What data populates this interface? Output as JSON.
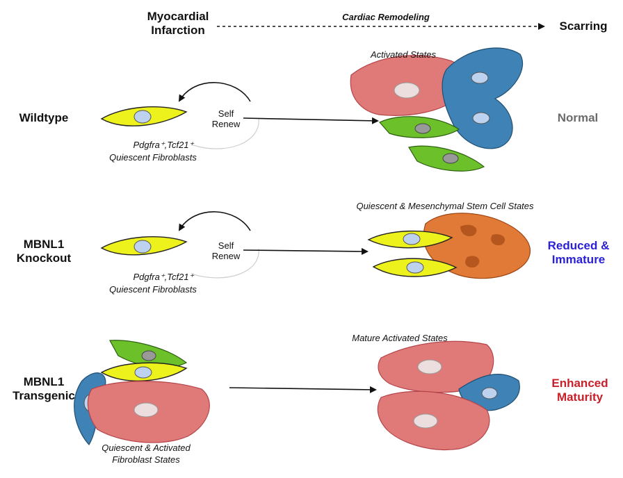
{
  "header": {
    "start": "Myocardial\nInfarction",
    "process": "Cardiac Remodeling",
    "end": "Scarring"
  },
  "rows": [
    {
      "condition": "Wildtype",
      "self_renew": "Self\nRenew",
      "source_markers": "Pdgfra⁺,Tcf21⁺",
      "source_label": "Quiescent Fibroblasts",
      "states_label": "Activated States",
      "outcome": "Normal",
      "outcome_color": "#6b6b6b"
    },
    {
      "condition": "MBNL1\nKnockout",
      "self_renew": "Self\nRenew",
      "source_markers": "Pdgfra⁺,Tcf21⁺",
      "source_label": "Quiescent Fibroblasts",
      "states_label": "Quiescent & Mesenchymal Stem Cell States",
      "outcome": "Reduced &\nImmature",
      "outcome_color": "#2a20d6"
    },
    {
      "condition": "MBNL1\nTransgenic",
      "source_label": "Quiescent & Activated\nFibroblast States",
      "states_label": "Mature Activated States",
      "outcome": "Enhanced\nMaturity",
      "outcome_color": "#c8202a"
    }
  ],
  "colors": {
    "quiescent": "#eef21c",
    "activated_red": "#e07a78",
    "myofibroblast_blue": "#3f82b5",
    "green": "#6cc12a",
    "msc_orange": "#e07a36",
    "nucleus": "#bcd2ee"
  }
}
